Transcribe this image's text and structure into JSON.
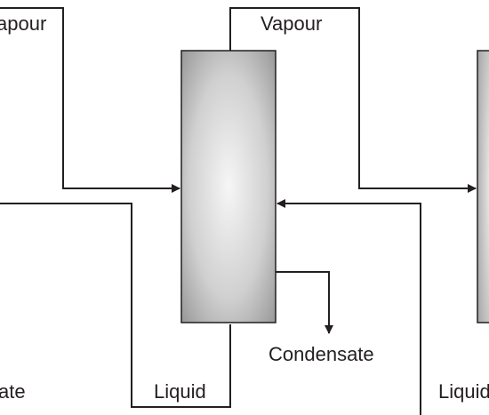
{
  "labels": {
    "vapour_left": "apour",
    "vapour_center": "Vapour",
    "condensate": "Condensate",
    "liquid_left": "ate",
    "liquid_center": "Liquid",
    "liquid_right": "Liquid"
  },
  "colors": {
    "line": "#231f20",
    "vessel_light": "#f4f4f4",
    "vessel_dark": "#9a9a9a",
    "background": "#ffffff"
  }
}
